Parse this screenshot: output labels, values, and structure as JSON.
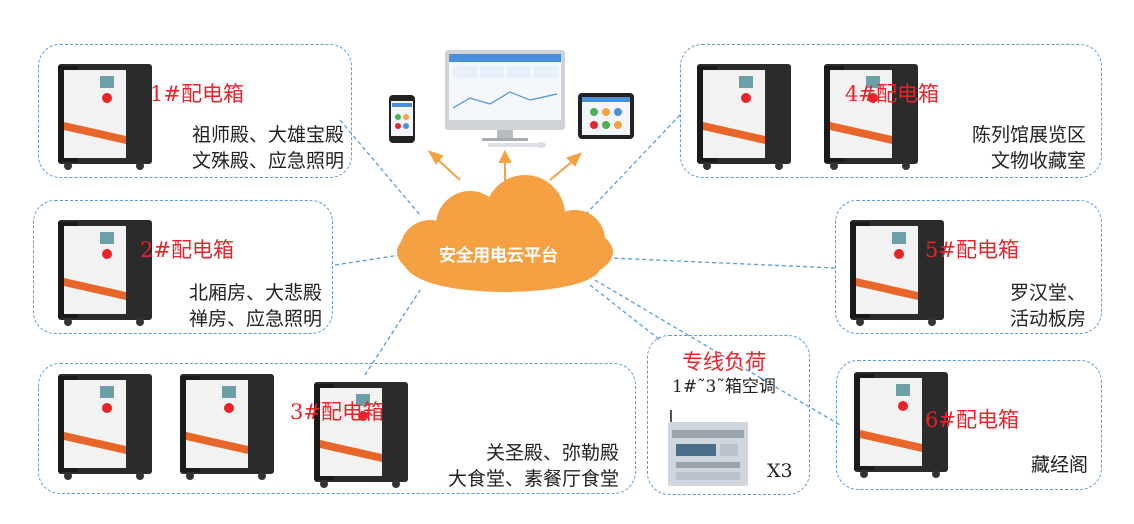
{
  "cloud": {
    "label": "安全用电云平台"
  },
  "boxes": [
    {
      "label": "1#配电箱",
      "lines": [
        "祖师殿、大雄宝殿",
        "文殊殿、应急照明"
      ]
    },
    {
      "label": "2#配电箱",
      "lines": [
        "北厢房、大悲殿",
        "禅房、应急照明"
      ]
    },
    {
      "label": "3#配电箱",
      "lines": [
        "关圣殿、弥勒殿",
        "大食堂、素餐厅食堂"
      ]
    },
    {
      "label": "4#配电箱",
      "lines": [
        "陈列馆展览区",
        "文物收藏室"
      ]
    },
    {
      "label": "5#配电箱",
      "lines": [
        "罗汉堂、",
        "活动板房"
      ]
    },
    {
      "label": "6#配电箱",
      "lines": [
        "藏经阁"
      ]
    }
  ],
  "special_load": {
    "title": "专线负荷",
    "subtitle": "1#˜3˜箱空调",
    "count": "X3"
  },
  "colors": {
    "dash_border": "#5b9bd5",
    "label_red": "#e8232a",
    "cloud": "#f5a043",
    "cabinet_dark": "#2b2b2b",
    "cabinet_stripe": "#e8662a"
  }
}
